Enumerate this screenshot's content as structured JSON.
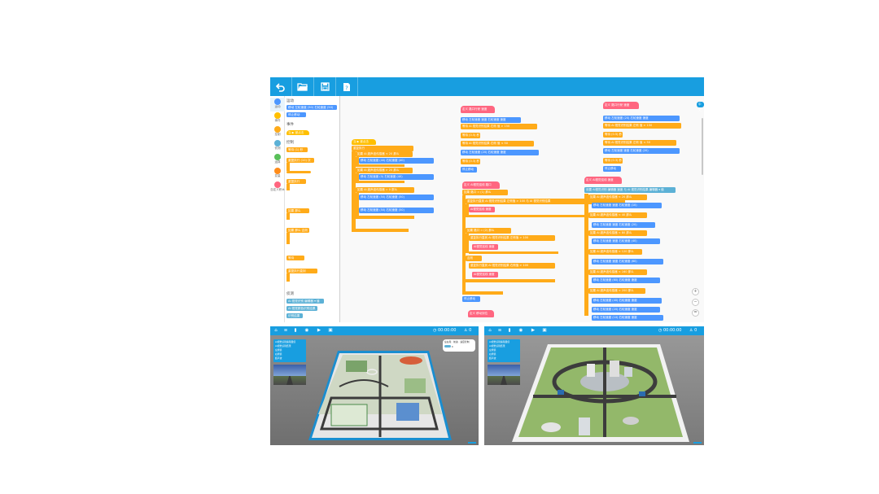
{
  "colors": {
    "accent": "#189ee0",
    "motion_blue": "#4c97ff",
    "event_yellow": "#ffbf00",
    "control_orange": "#ffab19",
    "variable_pink": "#ff6680",
    "operator_green": "#59c059",
    "sensing_lightblue": "#5cb1d6"
  },
  "toolbar": {
    "items": [
      {
        "icon": "undo-icon"
      },
      {
        "icon": "open-folder-icon"
      },
      {
        "icon": "save-icon"
      },
      {
        "icon": "help-icon",
        "label": "?"
      }
    ]
  },
  "categories": [
    {
      "label": "运动",
      "color": "#4c97ff",
      "active": true
    },
    {
      "label": "事件",
      "color": "#ffbf00"
    },
    {
      "label": "控制",
      "color": "#ffab19"
    },
    {
      "label": "侦测",
      "color": "#5cb1d6"
    },
    {
      "label": "运算",
      "color": "#59c059"
    },
    {
      "label": "变量",
      "color": "#ff8c1a"
    },
    {
      "label": "自定义积木",
      "color": "#ff6680"
    }
  ],
  "palette": {
    "sec_motion": "运动",
    "b_move": "移动 左轮速度 (50) 右轮速度 (50)",
    "b_stop": "停止移动",
    "sec_events": "事件",
    "b_flag": "当 ▶ 被点击",
    "sec_control": "控制",
    "b_wait": "等待 (1) 秒",
    "b_repeat": "重复执行 (10) 次",
    "b_forever": "重复执行",
    "b_if": "如果 那么",
    "b_ifelse": "如果 那么 否则",
    "b_waituntil": "等待",
    "b_repeatuntil": "重复执行直到",
    "sec_ai": "侦测",
    "b_ai1": "AI 视觉识别 编辑器 ▾ 值",
    "b_ai2": "AI 视觉颜色识别结果",
    "b_ai3": "识别结果"
  },
  "workspace": {
    "s1_hat": "当 ▶ 被点击",
    "s1_forever": "重复执行",
    "s1_if1": "如果 AI 超声波传感器 < 20 那么",
    "s1_move1": "移动 左轮速度 (40) 右轮速度 (40)",
    "s1_if2": "如果 AI 超声波传感器 > 20 那么",
    "s1_move2": "移动 左轮速度 (0) 右轮速度 (40)",
    "s1_if3": "如果 AI 超声波传感器 = 0 那么",
    "s1_move3": "移动 左轮速度 (50) 右轮速度 (50)",
    "s1_move4": "移动 左轮速度 (50) 右轮速度 (50)",
    "s2_def": "定义 路口行驶 速度",
    "s2_b1": "移动 左轮速度 速度 右轮速度 速度",
    "s2_b2": "等待 AI 视觉识别结果 右侧 值 > 150",
    "s2_b3": "等待 (0.5) 秒",
    "s2_b4": "等待 AI 视觉识别结果 右侧 值 < 50",
    "s2_b5": "移动 左轮速度 (20) 右轮速度 速度",
    "s2_b6": "等待 (0.3) 秒",
    "s2_b7": "停止移动",
    "s3_def": "定义 AI视觉巡线 路口",
    "s3_if1": "如果 路口 = (1) 那么",
    "s3_loop": "重复执行直到 AI 视觉识别结果 左侧值 > 100 与 AI 视觉识别结果",
    "s3_call1": "AI视觉巡线 速度",
    "s3_if2": "如果 路口 = (2) 那么",
    "s3_loop2": "重复执行直到 AI 视觉识别结果 左侧值 > 100",
    "s3_call2": "AI视觉巡线 速度",
    "s3_else": "否则",
    "s3_loop3": "重复执行直到 AI 视觉识别结果 右侧值 > 100",
    "s3_call3": "AI视觉巡线 速度",
    "s3_stop": "停止移动",
    "s3_def2": "定义 移动到位",
    "s4_def": "定义 路口行驶 速度",
    "s4_b1": "移动 左轮速度 (20) 右轮速度 速度",
    "s4_b2": "等待 AI 视觉识别结果 左侧 值 > 150",
    "s4_b3": "等待 (0.5) 秒",
    "s4_b4": "等待 AI 视觉识别结果 左侧 值 < 50",
    "s4_b5": "移动 左轮速度 速度 右轮速度 (20)",
    "s4_b6": "等待 (0.3) 秒",
    "s4_b7": "停止移动",
    "s5_def": "定义 AI视觉巡线 速度",
    "s5_b1": "设置 AI视觉识别 编辑器 速度 与 AI 视觉识别结果 编辑器 ▾ 值",
    "s5_if1": "如果 AI 超声波传感器 < 20 那么",
    "s5_m1": "移动 左轮速度 速度 右轮速度 (10)",
    "s5_if2": "如果 AI 超声波传感器 < 40 那么",
    "s5_m2": "移动 左轮速度 速度 右轮速度 (20)",
    "s5_if3": "如果 AI 超声波传感器 < 80 那么",
    "s5_m3": "移动 左轮速度 速度 右轮速度 (40)",
    "s5_if4": "如果 AI 超声波传感器 < 120 那么",
    "s5_m4": "移动 左轮速度 速度 右轮速度 (60)",
    "s5_if5": "如果 AI 超声波传感器 < 160 那么",
    "s5_m5": "移动 左轮速度 (60) 右轮速度 速度",
    "s5_if6": "如果 AI 超声波传感器 < 200 那么",
    "s5_m6": "移动 左轮速度 (40) 右轮速度 速度",
    "s5_m7": "移动 左轮速度 (20) 右轮速度 速度",
    "s5_m8": "移动 左轮速度 (10) 右轮速度 速度"
  },
  "lang_tag": "中文",
  "zoom": {
    "in": "+",
    "out": "−",
    "reset": "="
  },
  "sim1": {
    "timer": "00:00:00",
    "score": "0",
    "panel_rows": [
      "AI视觉识别编辑器值",
      "AI视觉识别结果",
      "左侧值",
      "右侧值",
      "超声波"
    ],
    "hint_title": "左右轮 · 前进 · 速度控制",
    "hint_value": "0"
  },
  "sim2": {
    "timer": "00:00:00",
    "score": "0",
    "panel_rows": [
      "AI视觉识别编辑器值",
      "AI视觉识别结果",
      "左侧值",
      "右侧值",
      "超声波"
    ]
  }
}
